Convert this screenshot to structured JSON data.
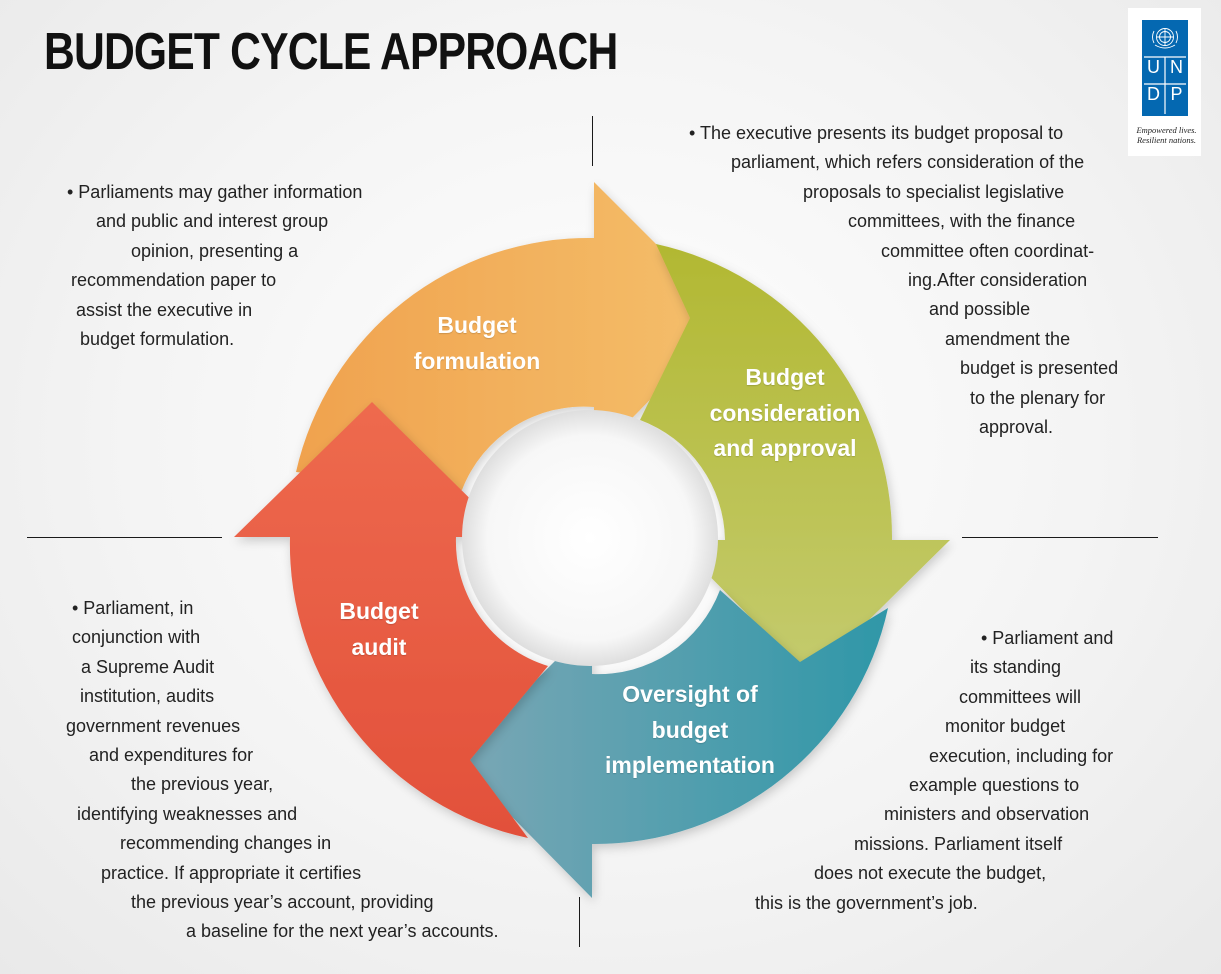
{
  "title": "BUDGET CYCLE APPROACH",
  "logo": {
    "letters": [
      "U",
      "N",
      "D",
      "P"
    ],
    "tagline_lines": [
      "Empowered lives.",
      "Resilient nations."
    ],
    "colors": {
      "brand_blue": "#0468b1"
    },
    "icon": "un-emblem-icon"
  },
  "stages": {
    "formulation": {
      "label_lines": [
        "Budget",
        "formulation"
      ],
      "color": "#f2b35c"
    },
    "consideration": {
      "label_lines": [
        "Budget",
        "consideration",
        "and approval"
      ],
      "color": "#b9c04a"
    },
    "oversight": {
      "label_lines": [
        "Oversight of",
        "budget",
        "implementation"
      ],
      "color": "#4a9aaa"
    },
    "audit": {
      "label_lines": [
        "Budget",
        "audit"
      ],
      "color": "#ec5f45"
    }
  },
  "descriptions": {
    "formulation": [
      "• Parliaments may gather information",
      "and public and interest group",
      "opinion, presenting a",
      "recommendation paper to",
      "assist the executive in",
      "budget formulation."
    ],
    "consideration": [
      "• The executive presents its budget proposal to",
      "parliament, which refers consideration of the",
      "proposals to specialist legislative",
      "committees, with the finance",
      "committee often coordinat-",
      "ing.After consideration",
      "and possible",
      "amendment the",
      "budget is presented",
      "to the plenary for",
      "approval."
    ],
    "oversight": [
      "• Parliament and",
      "its standing",
      "committees will",
      "monitor budget",
      "execution, including for",
      "example questions to",
      "ministers and observation",
      "missions. Parliament itself",
      "does not execute the budget,",
      "this is the government’s job."
    ],
    "audit": [
      "• Parliament, in",
      "conjunction with",
      "a Supreme Audit",
      "institution, audits",
      "government revenues",
      "and expenditures for",
      "the previous year,",
      "identifying weaknesses and",
      "recommending changes in",
      "practice. If appropriate it certifies",
      "the previous year’s account, providing",
      "a baseline for the next year’s accounts."
    ]
  }
}
